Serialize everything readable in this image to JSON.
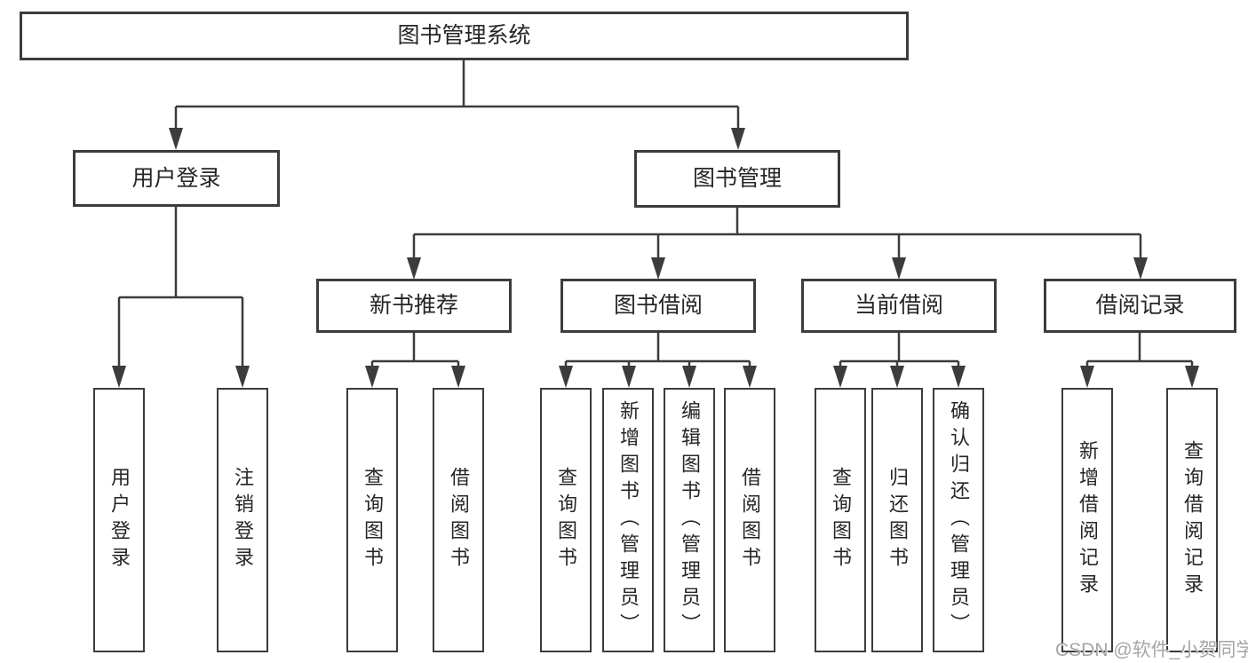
{
  "diagram": {
    "root": "图书管理系统",
    "branches": [
      {
        "label": "用户登录",
        "leaves": [
          "用户登录",
          "注销登录"
        ]
      },
      {
        "label": "图书管理",
        "sub_branches": [
          {
            "label": "新书推荐",
            "leaves": [
              "查询图书",
              "借阅图书"
            ]
          },
          {
            "label": "图书借阅",
            "leaves": [
              "查询图书",
              "新增图书（管理员）",
              "编辑图书（管理员）",
              "借阅图书"
            ]
          },
          {
            "label": "当前借阅",
            "leaves": [
              "查询图书",
              "归还图书",
              "确认归还（管理员）"
            ]
          },
          {
            "label": "借阅记录",
            "leaves": [
              "新增借阅记录",
              "查询借阅记录"
            ]
          }
        ]
      }
    ]
  },
  "watermark": {
    "text": "CSDN @软件_小贺同学"
  },
  "colors": {
    "line": "#3c3c3c",
    "box_border": "#3c3c3c",
    "text": "#262626",
    "watermark": "#a6a6a6",
    "background": "#ffffff"
  }
}
